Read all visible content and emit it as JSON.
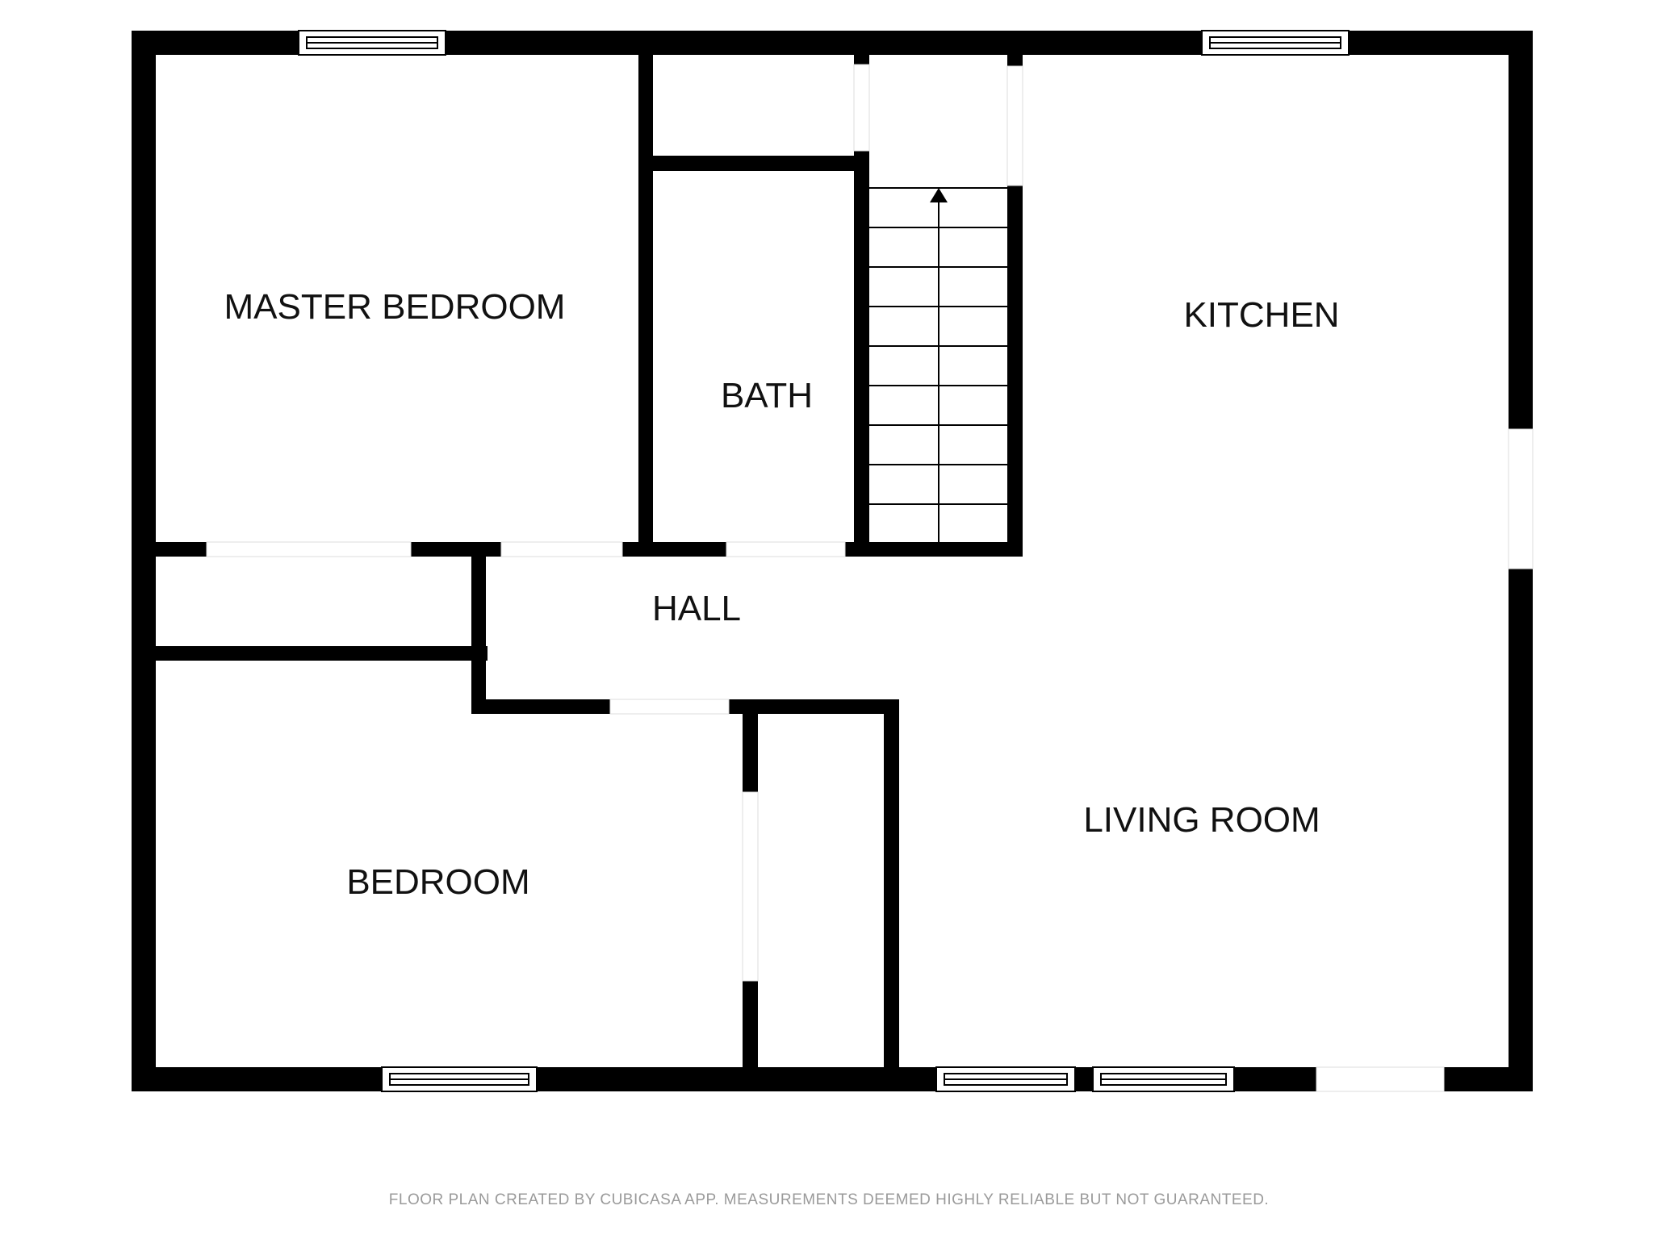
{
  "rooms": {
    "master_bedroom": "MASTER BEDROOM",
    "bath": "BATH",
    "kitchen": "KITCHEN",
    "hall": "HALL",
    "living_room": "LIVING ROOM",
    "bedroom": "BEDROOM"
  },
  "footer": "FLOOR PLAN CREATED BY CUBICASA APP. MEASUREMENTS DEEMED HIGHLY RELIABLE BUT NOT GUARANTEED.",
  "colors": {
    "wall": "#000000",
    "background": "#ffffff",
    "footer_text": "#9a9a9a"
  }
}
